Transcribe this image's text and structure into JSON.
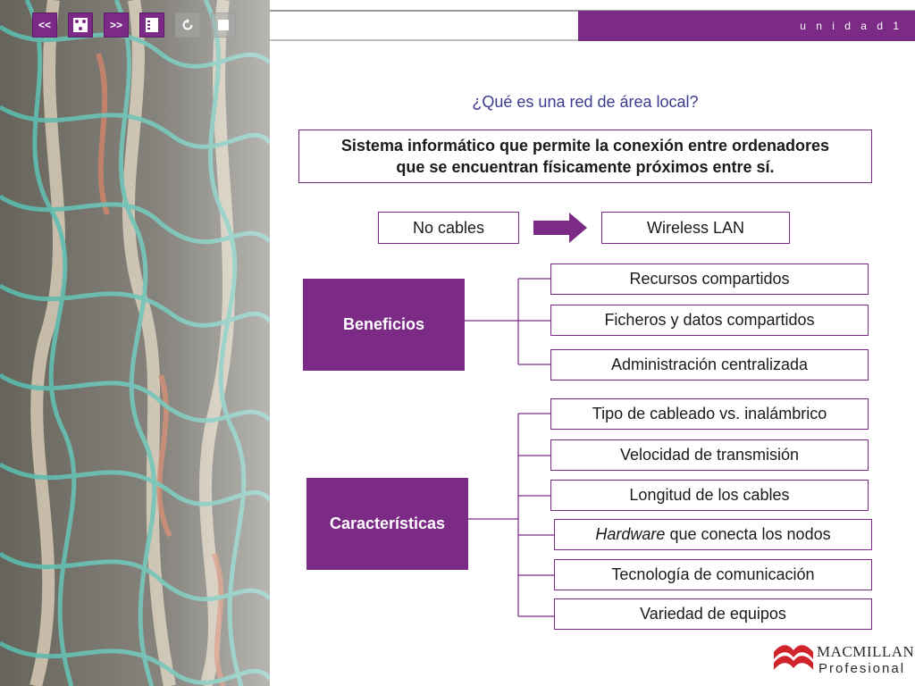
{
  "toolbar": {
    "prev_label": "<<",
    "next_label": ">>",
    "buttons": [
      "prev-button",
      "dice-button",
      "next-button",
      "index-button",
      "reload-button",
      "stop-button"
    ]
  },
  "header": {
    "unit_label": "u n i d a d  1"
  },
  "main": {
    "question": "¿Qué es una red de área local?",
    "definition_line1": "Sistema informático que permite la conexión entre ordenadores",
    "definition_line2": "que se encuentran físicamente próximos entre sí.",
    "no_cables": "No cables",
    "wireless": "Wireless LAN",
    "beneficios": {
      "label": "Beneficios",
      "items": [
        "Recursos compartidos",
        "Ficheros y datos compartidos",
        "Administración centralizada"
      ]
    },
    "caracteristicas": {
      "label": "Características",
      "items": [
        "Tipo de cableado vs. inalámbrico",
        "Velocidad de transmisión",
        "Longitud de los cables",
        "que conecta los nodos",
        "Tecnología de comunicación",
        "Variedad de equipos"
      ],
      "hardware_word": "Hardware"
    }
  },
  "logo": {
    "title": "MACMILLAN",
    "subtitle": "Profesional"
  },
  "colors": {
    "accent": "#7b2a86",
    "question": "#3b3b8f"
  }
}
